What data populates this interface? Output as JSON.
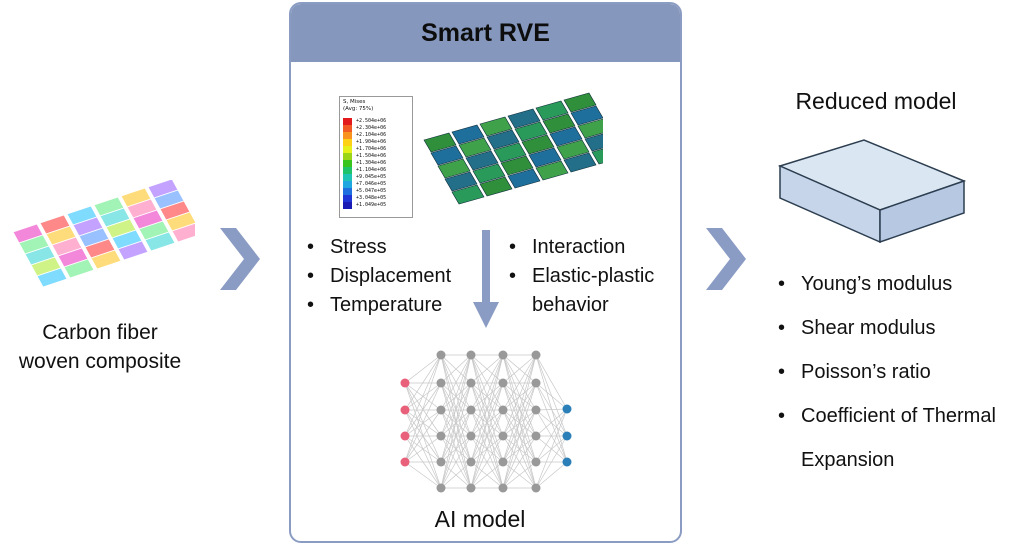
{
  "left": {
    "caption_line1": "Carbon fiber",
    "caption_line2": "woven composite"
  },
  "center": {
    "title": "Smart RVE",
    "legend": {
      "title_line1": "S, Mises",
      "title_line2": "(Avg: 75%)",
      "rows": [
        {
          "value": "+2.504e+06",
          "color": "#e31a1c"
        },
        {
          "value": "+2.304e+06",
          "color": "#f15a24"
        },
        {
          "value": "+2.104e+06",
          "color": "#f7931e"
        },
        {
          "value": "+1.904e+06",
          "color": "#fcd116"
        },
        {
          "value": "+1.704e+06",
          "color": "#e6f01a"
        },
        {
          "value": "+1.504e+06",
          "color": "#9ad51a"
        },
        {
          "value": "+1.304e+06",
          "color": "#39c41e"
        },
        {
          "value": "+1.104e+06",
          "color": "#1fc46a"
        },
        {
          "value": "+9.045e+05",
          "color": "#1fc4b4"
        },
        {
          "value": "+7.046e+05",
          "color": "#1fa8e0"
        },
        {
          "value": "+5.047e+05",
          "color": "#1f6fe0"
        },
        {
          "value": "+3.048e+05",
          "color": "#1f35d6"
        },
        {
          "value": "+1.049e+05",
          "color": "#1a1ab4"
        }
      ]
    },
    "bullets_left": [
      "Stress",
      "Displacement",
      "Temperature"
    ],
    "bullets_right": [
      "Interaction",
      "Elastic-plastic",
      "behavior"
    ],
    "ai_label": "AI model"
  },
  "right": {
    "title": "Reduced model",
    "bullets": [
      "Young’s modulus",
      "Shear modulus",
      "Poisson’s ratio",
      "Coefficient of Thermal",
      "Expansion"
    ]
  },
  "colors": {
    "panel_border": "#8b9cc3",
    "panel_header": "#8597bd",
    "chevron": "#8a9bc4",
    "arrow": "#8a9bc4",
    "node_input": "#e8607a",
    "node_hidden": "#999999",
    "node_output": "#2a7fb8",
    "slab_top": "#dbe6f3",
    "slab_border": "#2c3e50"
  }
}
